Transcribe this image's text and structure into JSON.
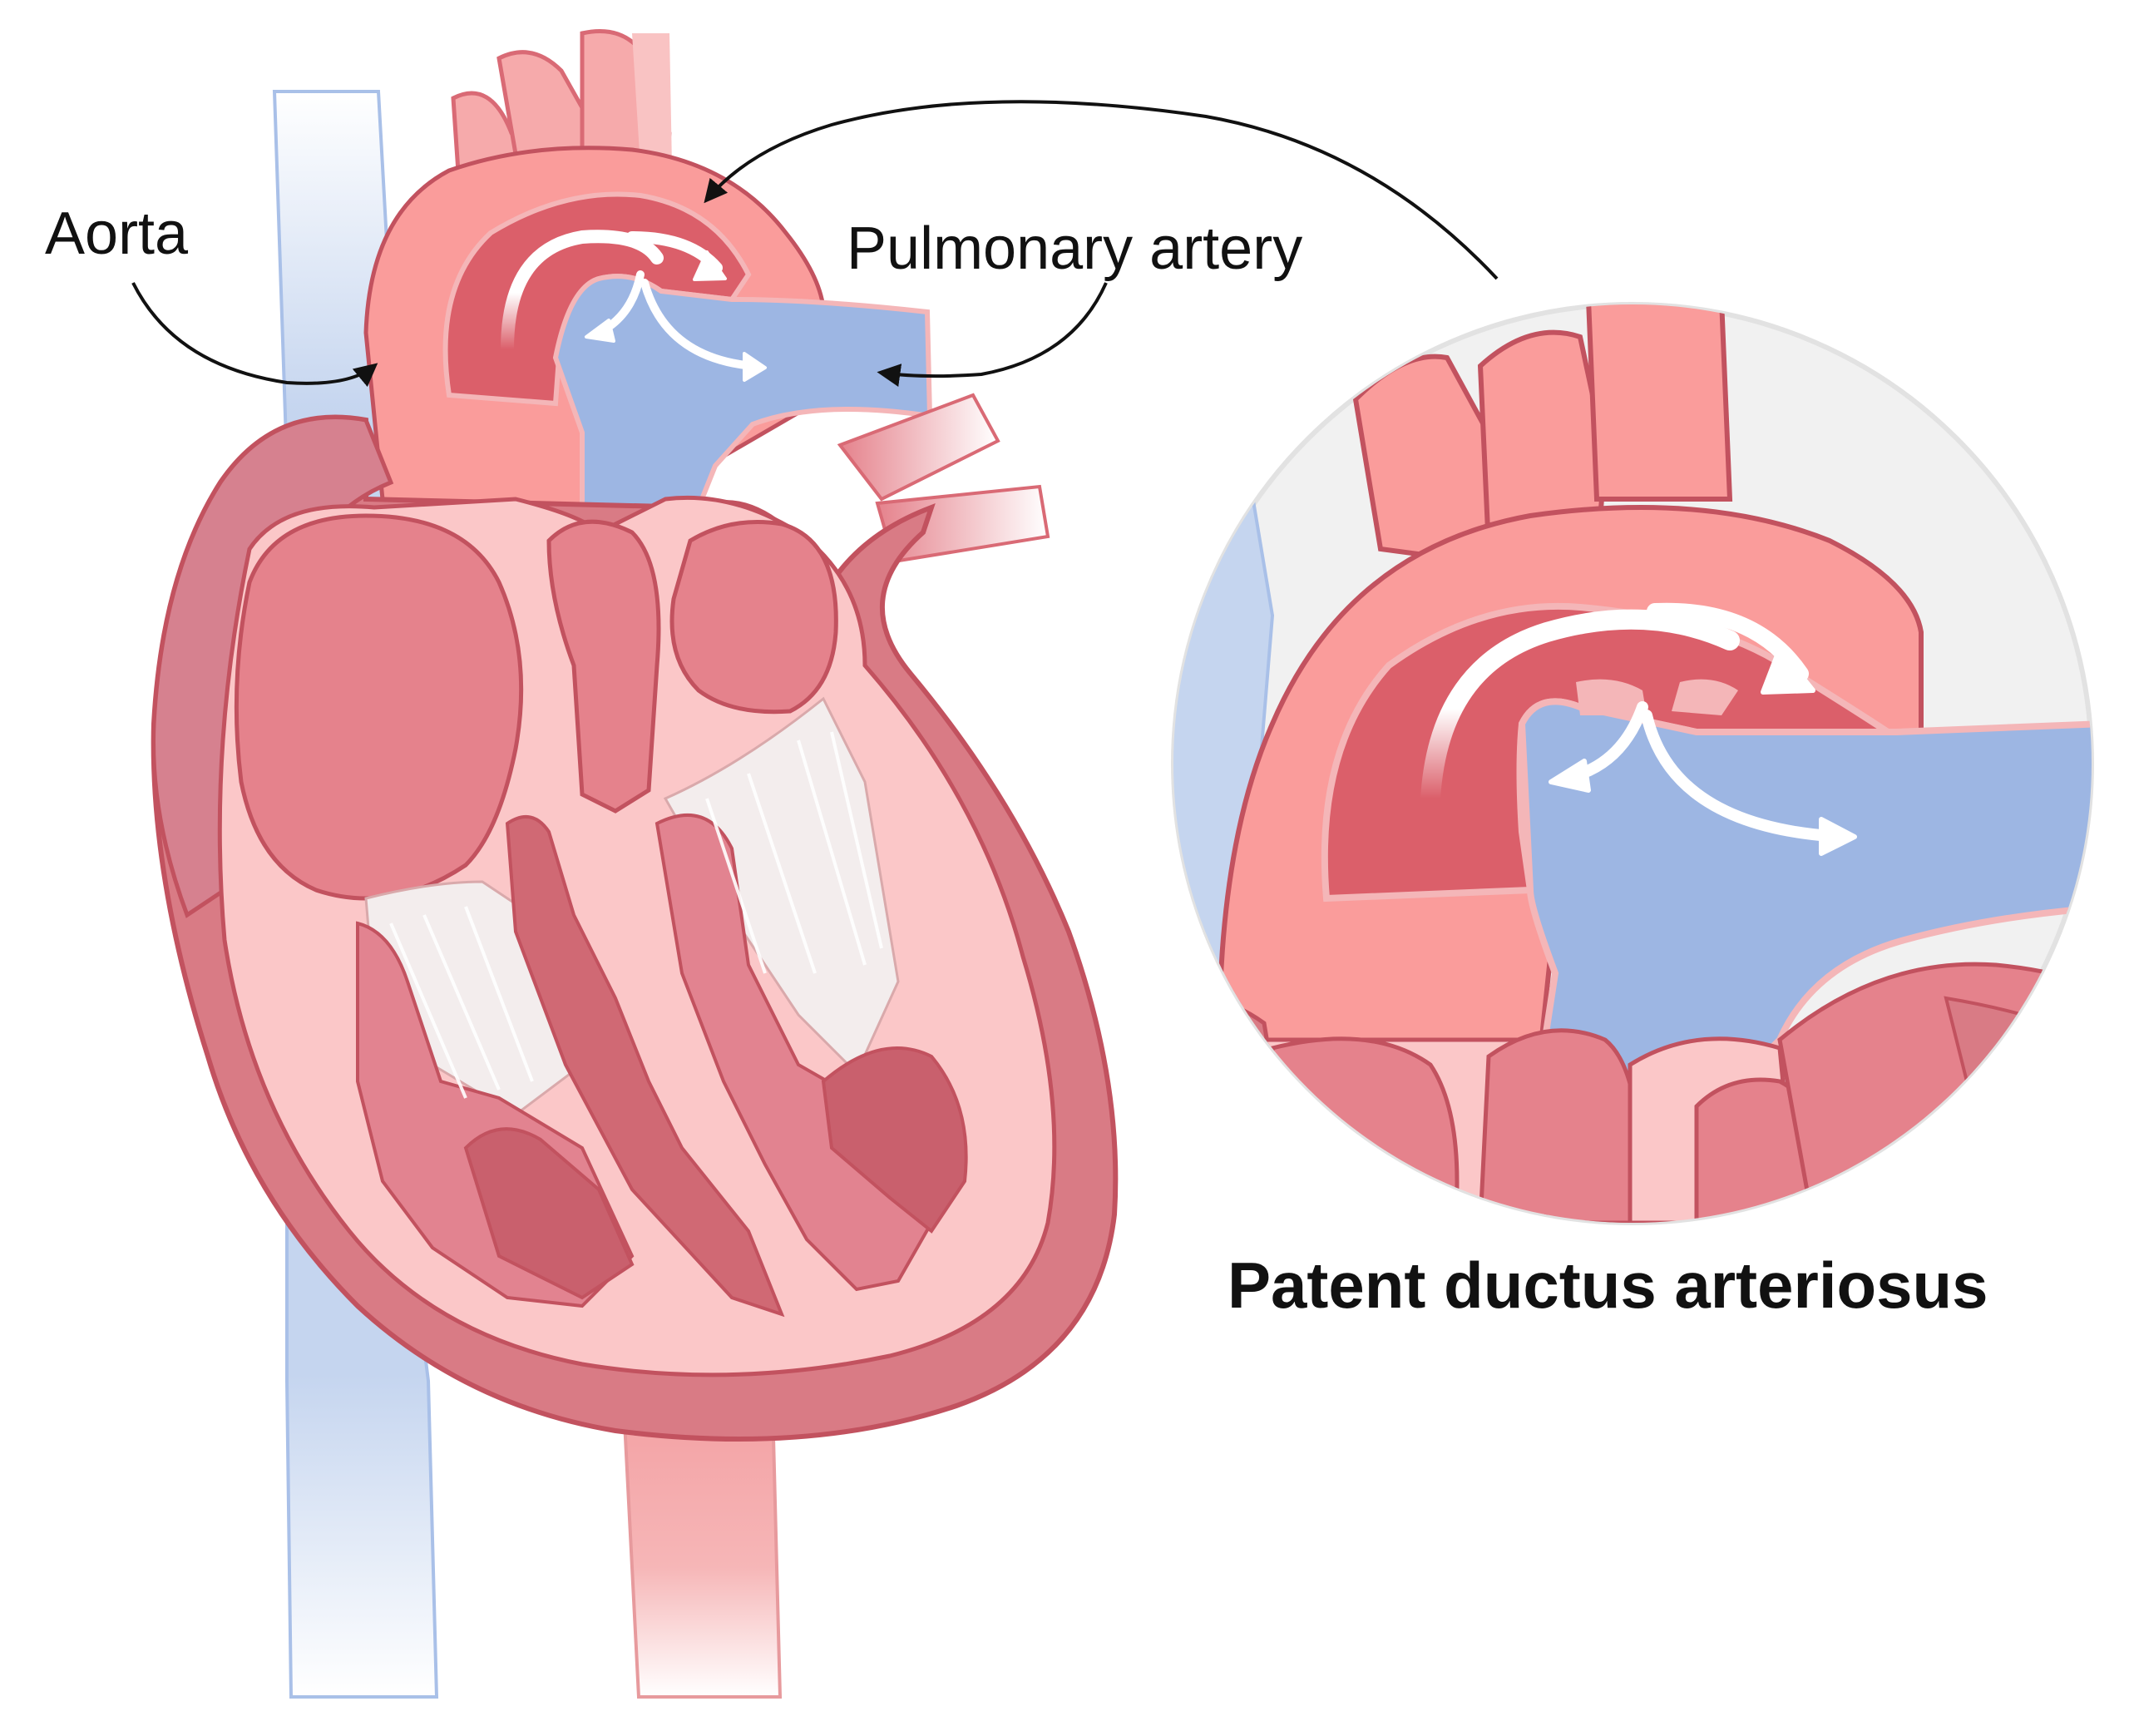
{
  "diagram": {
    "labels": {
      "aorta": "Aorta",
      "pulmonary_artery": "Pulmonary artery",
      "caption": "Patent ductus arteriosus"
    },
    "colors": {
      "vein_blue": "#c5d5ef",
      "deoxygenated_blue": "#9db6e3",
      "artery_pink": "#fa9c9b",
      "artery_dark": "#db5f6a",
      "muscle": "#e5828c",
      "muscle_dark": "#c9606d",
      "outer_wall": "#d97b85",
      "inner_wall": "#fbc7c8",
      "outline": "#c2525f",
      "flow_arrow": "#ffffff",
      "pointer": "#111111",
      "inset_bg": "#f1f1f1"
    }
  }
}
